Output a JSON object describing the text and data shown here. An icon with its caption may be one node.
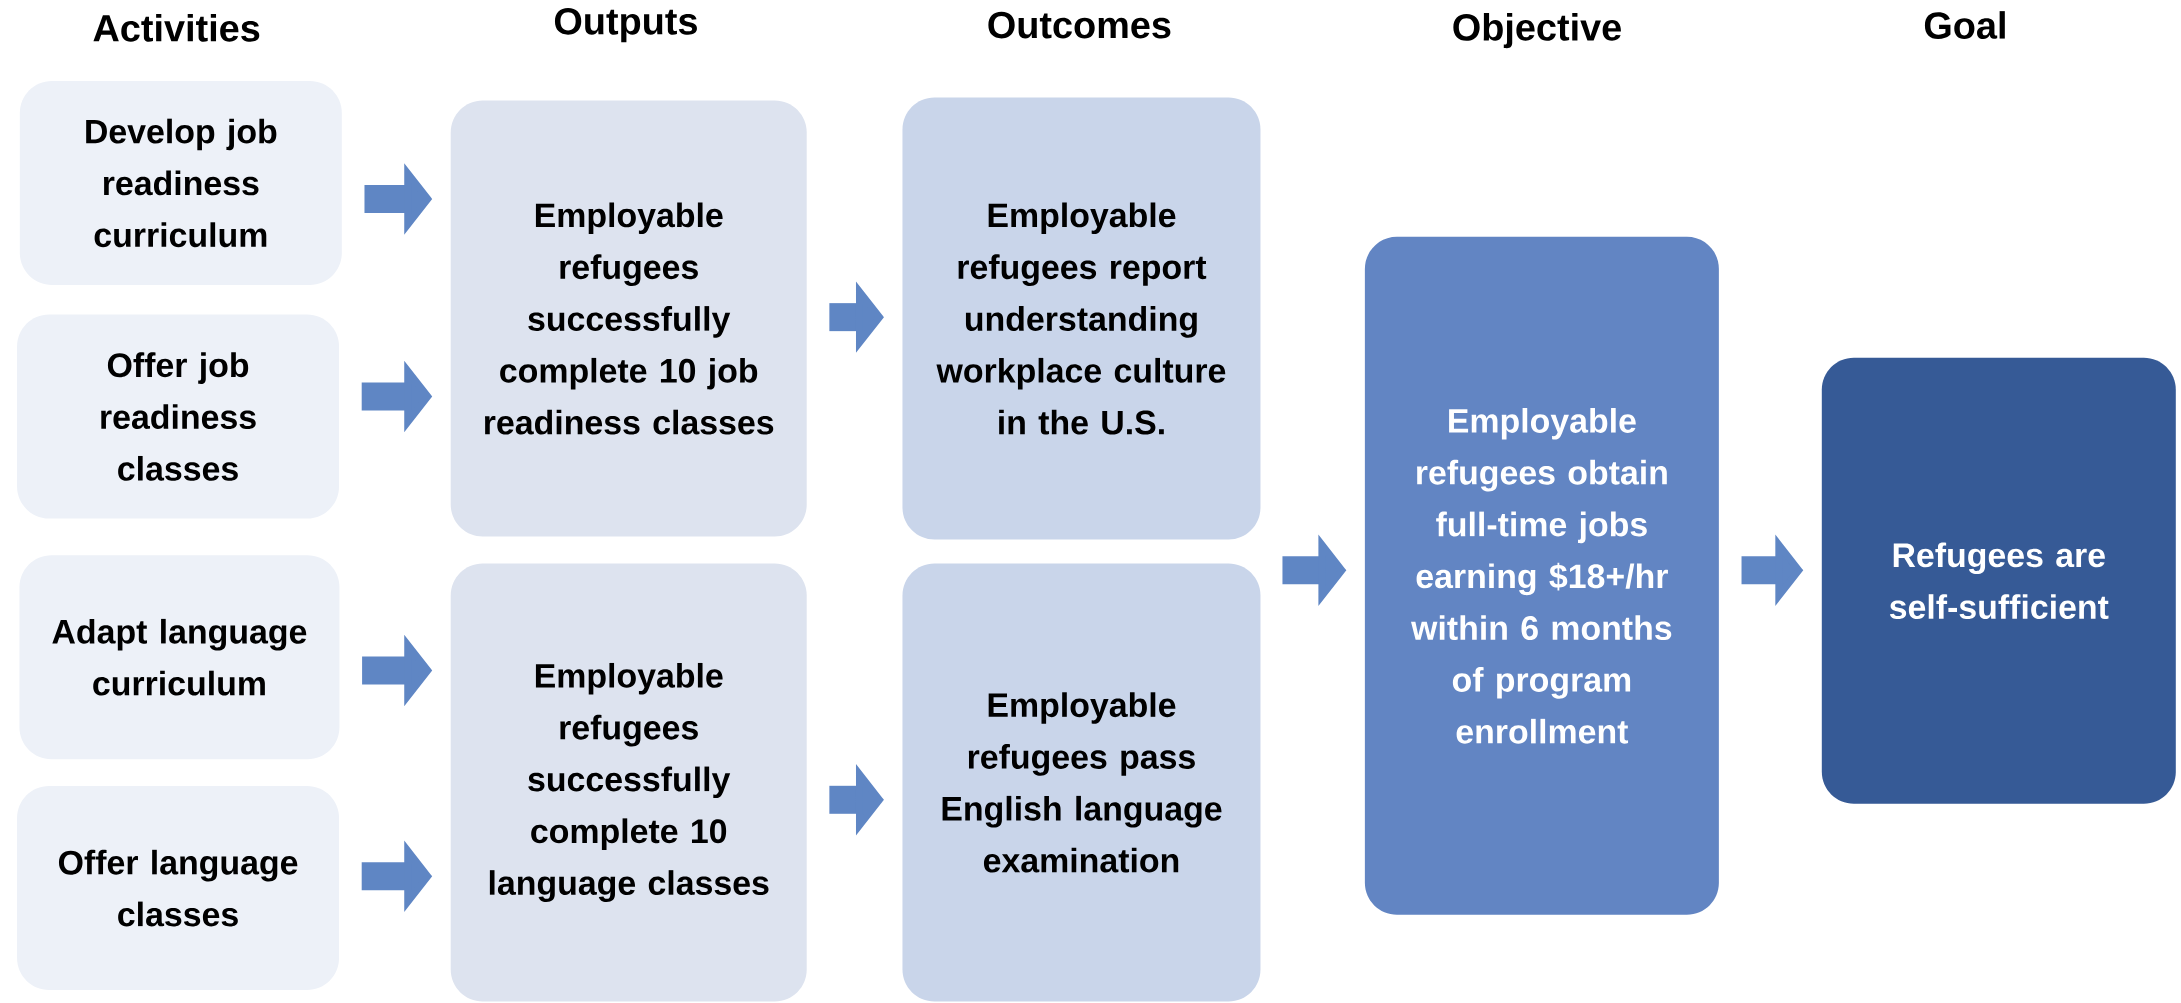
{
  "diagram": {
    "nodes": [
      {
        "text": [
          "Develop job readiness curriculum"
        ]
      },
      {
        "text": [
          "Offer job readiness classes"
        ]
      },
      {
        "text": [
          "Adapt language curriculum"
        ]
      },
      {
        "text": [
          "Offer language classes"
        ]
      },
      {
        "text": [
          "Employable refugees successfully complete 10 job readiness classes"
        ]
      },
      {
        "text": [
          "Employable refugees successfully complete 10 language classes"
        ]
      },
      {
        "text": [
          "Employable refugees report understanding workplace culture in the U.S."
        ]
      },
      {
        "text": [
          "Employable refugees pass English language examination"
        ]
      },
      {
        "text": [
          "Employable refugees obtain full-time jobs earning $18+/hr within 6 months of program enrollment"
        ]
      },
      {
        "text": [
          "Refugees are self-sufficient"
        ]
      }
    ],
    "edges": [
      {
        "from": 0,
        "to": 4,
        "arrow": "to"
      },
      {
        "from": 1,
        "to": 4,
        "arrow": "to"
      },
      {
        "from": 2,
        "to": 5,
        "arrow": "to"
      },
      {
        "from": 3,
        "to": 5,
        "arrow": "to"
      },
      {
        "from": 4,
        "to": 6,
        "arrow": "to"
      },
      {
        "from": 5,
        "to": 7,
        "arrow": "to"
      },
      {
        "from": null,
        "to": 8,
        "arrow": "to"
      },
      {
        "from": 8,
        "to": 9,
        "arrow": "to"
      }
    ],
    "labels": [
      "Activities",
      "Outputs",
      "Outcomes",
      "Objective",
      "Goal"
    ]
  }
}
